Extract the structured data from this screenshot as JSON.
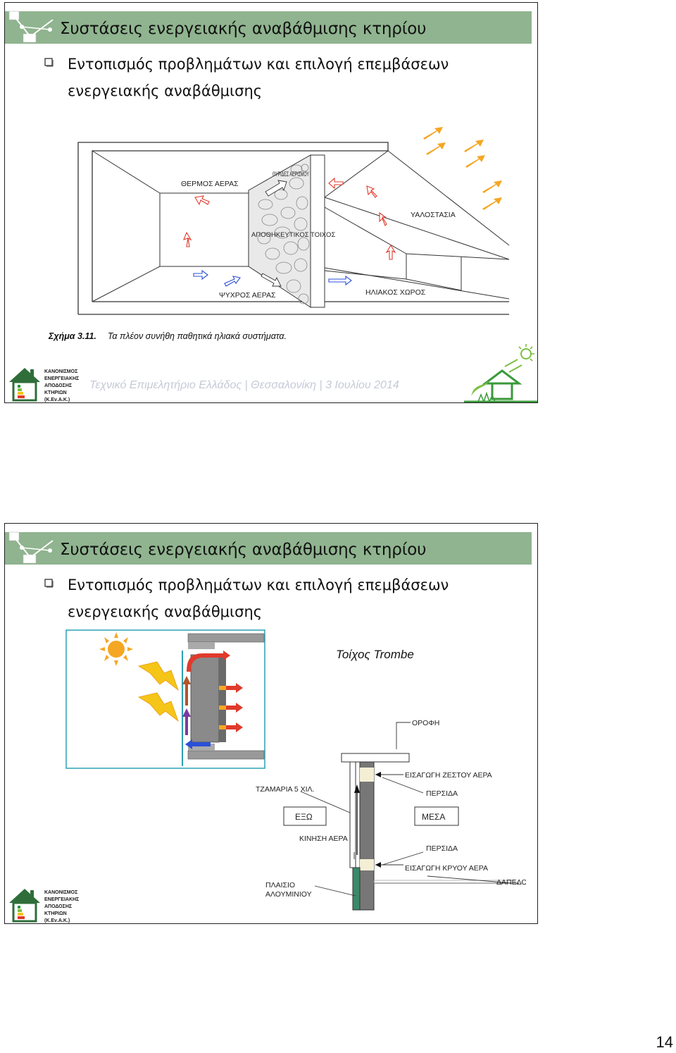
{
  "slides": [
    {
      "title": "Συστάσεις ενεργειακής αναβάθμισης κτηρίου",
      "bullet_text": "Εντοπισμός προβλημάτων και επιλογή επεμβάσεων ενεργειακής αναβάθμισης",
      "figure": {
        "labels": {
          "warm_air": "ΘΕΡΜΟΣ ΑΕΡΑΣ",
          "vents": "ΘΥΡΙΔΕΣ ΑΕΡΙΣΜΟΥ",
          "storage_wall": "ΑΠΟΘΗΚΕΥΤΙΚΟΣ ΤΟΙΧΟΣ",
          "cold_air": "ΨΥΧΡΟΣ ΑΕΡΑΣ",
          "glazing": "ΥΑΛΟΣΤΑΣΙΑ",
          "sunspace": "ΗΛΙΑΚΟΣ ΧΩΡΟΣ"
        },
        "caption_number": "Σχήμα 3.11.",
        "caption_text": "Τα πλέον συνήθη παθητικά ηλιακά συστήματα."
      },
      "footer": "Τεχνικό Επιμελητήριο Ελλάδος  |  Θεσσαλονίκη  |  3 Ιουλίου 2014",
      "logo_lines": [
        "ΚΑΝΟΝΙΣΜΟΣ",
        "ΕΝΕΡΓΕΙΑΚΗΣ",
        "ΑΠΟΔΟΣΗΣ",
        "ΚΤΗΡΙΩΝ",
        "(Κ.Εν.Α.Κ.)"
      ]
    },
    {
      "title": "Συστάσεις ενεργειακής αναβάθμισης κτηρίου",
      "bullet_text": "Εντοπισμός προβλημάτων και επιλογή επεμβάσεων ενεργειακής αναβάθμισης",
      "figure_title": "Τοίχος Trombe",
      "section_labels": {
        "roof": "ΟΡΟΦΗ",
        "hot_air_in": "ΕΙΣΑΓΩΓΗ ΖΕΣΤΟΥ ΑΕΡΑ",
        "blind_top": "ΠΕΡΣΙΔΑ",
        "glazing": "ΤΖΑΜΑΡΙΑ 5 ΧΙΛ.",
        "outside": "ΕΞΩ",
        "inside": "ΜΕΣΑ",
        "air_motion": "ΚΙΝΗΣΗ ΑΕΡΑ",
        "blind_bottom": "ΠΕΡΣΙΔΑ",
        "cold_air_in": "ΕΙΣΑΓΩΓΗ ΚΡΥΟΥ ΑΕΡΑ",
        "floor": "ΔΑΠΕΔΟ",
        "frame_1": "ΠΛΑΙΣΙΟ",
        "frame_2": "ΑΛΟΥΜΙΝΙΟΥ"
      },
      "logo_lines": [
        "ΚΑΝΟΝΙΣΜΟΣ",
        "ΕΝΕΡΓΕΙΑΚΗΣ",
        "ΑΠΟΔΟΣΗΣ",
        "ΚΤΗΡΙΩΝ",
        "(Κ.Εν.Α.Κ.)"
      ]
    }
  ],
  "page_number": "14",
  "colors": {
    "title_bar": "#8fb48f",
    "arrow_orange": "#f5a623",
    "arrow_red": "#e03a2b",
    "arrow_blue": "#2b50d8",
    "footer_text": "#c5cad6"
  }
}
